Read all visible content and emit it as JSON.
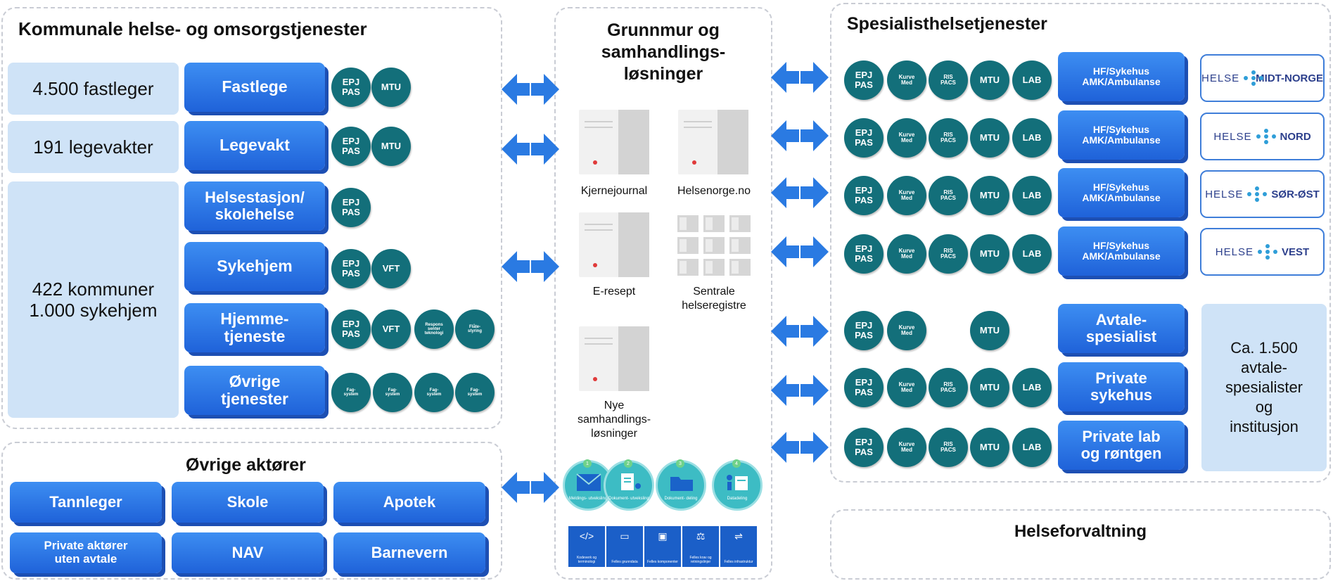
{
  "panels": {
    "kommunal": {
      "title": "Kommunale helse- og omsorgstjenester"
    },
    "grunnmur": {
      "title": "Grunnmur og\nsamhandlings-\nløsninger"
    },
    "spesialist": {
      "title": "Spesialisthelsetjenester"
    },
    "ovrige": {
      "title": "Øvrige aktører"
    },
    "forvaltning": {
      "title": "Helseforvaltning"
    }
  },
  "kommunal": {
    "counts": [
      "4.500 fastleger",
      "191 legevakter",
      "422 kommuner\n1.000 sykehjem"
    ],
    "rows": [
      {
        "label": "Fastlege",
        "badges": [
          "EPJ\nPAS",
          "MTU"
        ]
      },
      {
        "label": "Legevakt",
        "badges": [
          "EPJ\nPAS",
          "MTU"
        ]
      },
      {
        "label": "Helsestasjon/\nskolehelse",
        "badges": [
          "EPJ\nPAS"
        ]
      },
      {
        "label": "Sykehjem",
        "badges": [
          "EPJ\nPAS",
          "VFT"
        ]
      },
      {
        "label": "Hjemme-\ntjeneste",
        "badges": [
          "EPJ\nPAS",
          "VFT",
          "Respons\nsenter\nteknologi",
          "Flåte-\nstyring"
        ]
      },
      {
        "label": "Øvrige\ntjenester",
        "badges": [
          "Fag-\nsystem",
          "Fag-\nsystem",
          "Fag-\nsystem",
          "Fag-\nsystem"
        ]
      }
    ]
  },
  "ovrige": {
    "buttons": [
      "Tannleger",
      "Skole",
      "Apotek",
      "Private aktører\nuten avtale",
      "NAV",
      "Barnevern"
    ]
  },
  "grunnmur": {
    "servers": [
      "Kjernejournal",
      "Helsenorge.no",
      "E-resept",
      "Sentrale\nhelseregistre",
      "Nye\nsamhandlings-\nløsninger"
    ],
    "services": [
      {
        "num": "1",
        "label": "Meldings-\nutveksling"
      },
      {
        "num": "2",
        "label": "Dokument-\nutveksling"
      },
      {
        "num": "3",
        "label": "Dokument-\ndeling"
      },
      {
        "num": "4",
        "label": "Datadeling"
      }
    ],
    "tiles": [
      {
        "icon": "</>",
        "label": "Kodeverk og\nterminologi"
      },
      {
        "icon": "▭",
        "label": "Felles\ngrunndata"
      },
      {
        "icon": "▣",
        "label": "Felles\nkomponenter"
      },
      {
        "icon": "⚖",
        "label": "Felles krav og\nretningslinjer"
      },
      {
        "icon": "⇌",
        "label": "Felles\ninfrastruktur"
      }
    ]
  },
  "spesialist": {
    "hf_label": "HF/Sykehus\nAMK/Ambulanse",
    "hf_rows": [
      {
        "badges": [
          "EPJ\nPAS",
          "Kurve\nMed",
          "RIS\nPACS",
          "MTU",
          "LAB"
        ],
        "logo_left": "HELSE",
        "logo_right": "MIDT-NORGE"
      },
      {
        "badges": [
          "EPJ\nPAS",
          "Kurve\nMed",
          "RIS\nPACS",
          "MTU",
          "LAB"
        ],
        "logo_left": "HELSE",
        "logo_right": "NORD"
      },
      {
        "badges": [
          "EPJ\nPAS",
          "Kurve\nMed",
          "RIS\nPACS",
          "MTU",
          "LAB"
        ],
        "logo_left": "HELSE",
        "logo_right": "SØR-ØST"
      },
      {
        "badges": [
          "EPJ\nPAS",
          "Kurve\nMed",
          "RIS\nPACS",
          "MTU",
          "LAB"
        ],
        "logo_left": "HELSE",
        "logo_right": "VEST"
      }
    ],
    "other_rows": [
      {
        "label": "Avtale-\nspesialist",
        "badges": [
          "EPJ\nPAS",
          "Kurve\nMed",
          "MTU"
        ]
      },
      {
        "label": "Private\nsykehus",
        "badges": [
          "EPJ\nPAS",
          "Kurve\nMed",
          "RIS\nPACS",
          "MTU",
          "LAB"
        ]
      },
      {
        "label": "Private lab\nog røntgen",
        "badges": [
          "EPJ\nPAS",
          "Kurve\nMed",
          "RIS\nPACS",
          "MTU",
          "LAB"
        ]
      }
    ],
    "avtale_note": "Ca. 1.500\navtale-\nspesialister\nog\ninstitusjon"
  },
  "colors": {
    "button": "#1f62d9",
    "badge": "#136f7a",
    "count_box": "#cfe3f7",
    "arrow": "#2a7ae2",
    "teal": "#3dbcc4"
  }
}
